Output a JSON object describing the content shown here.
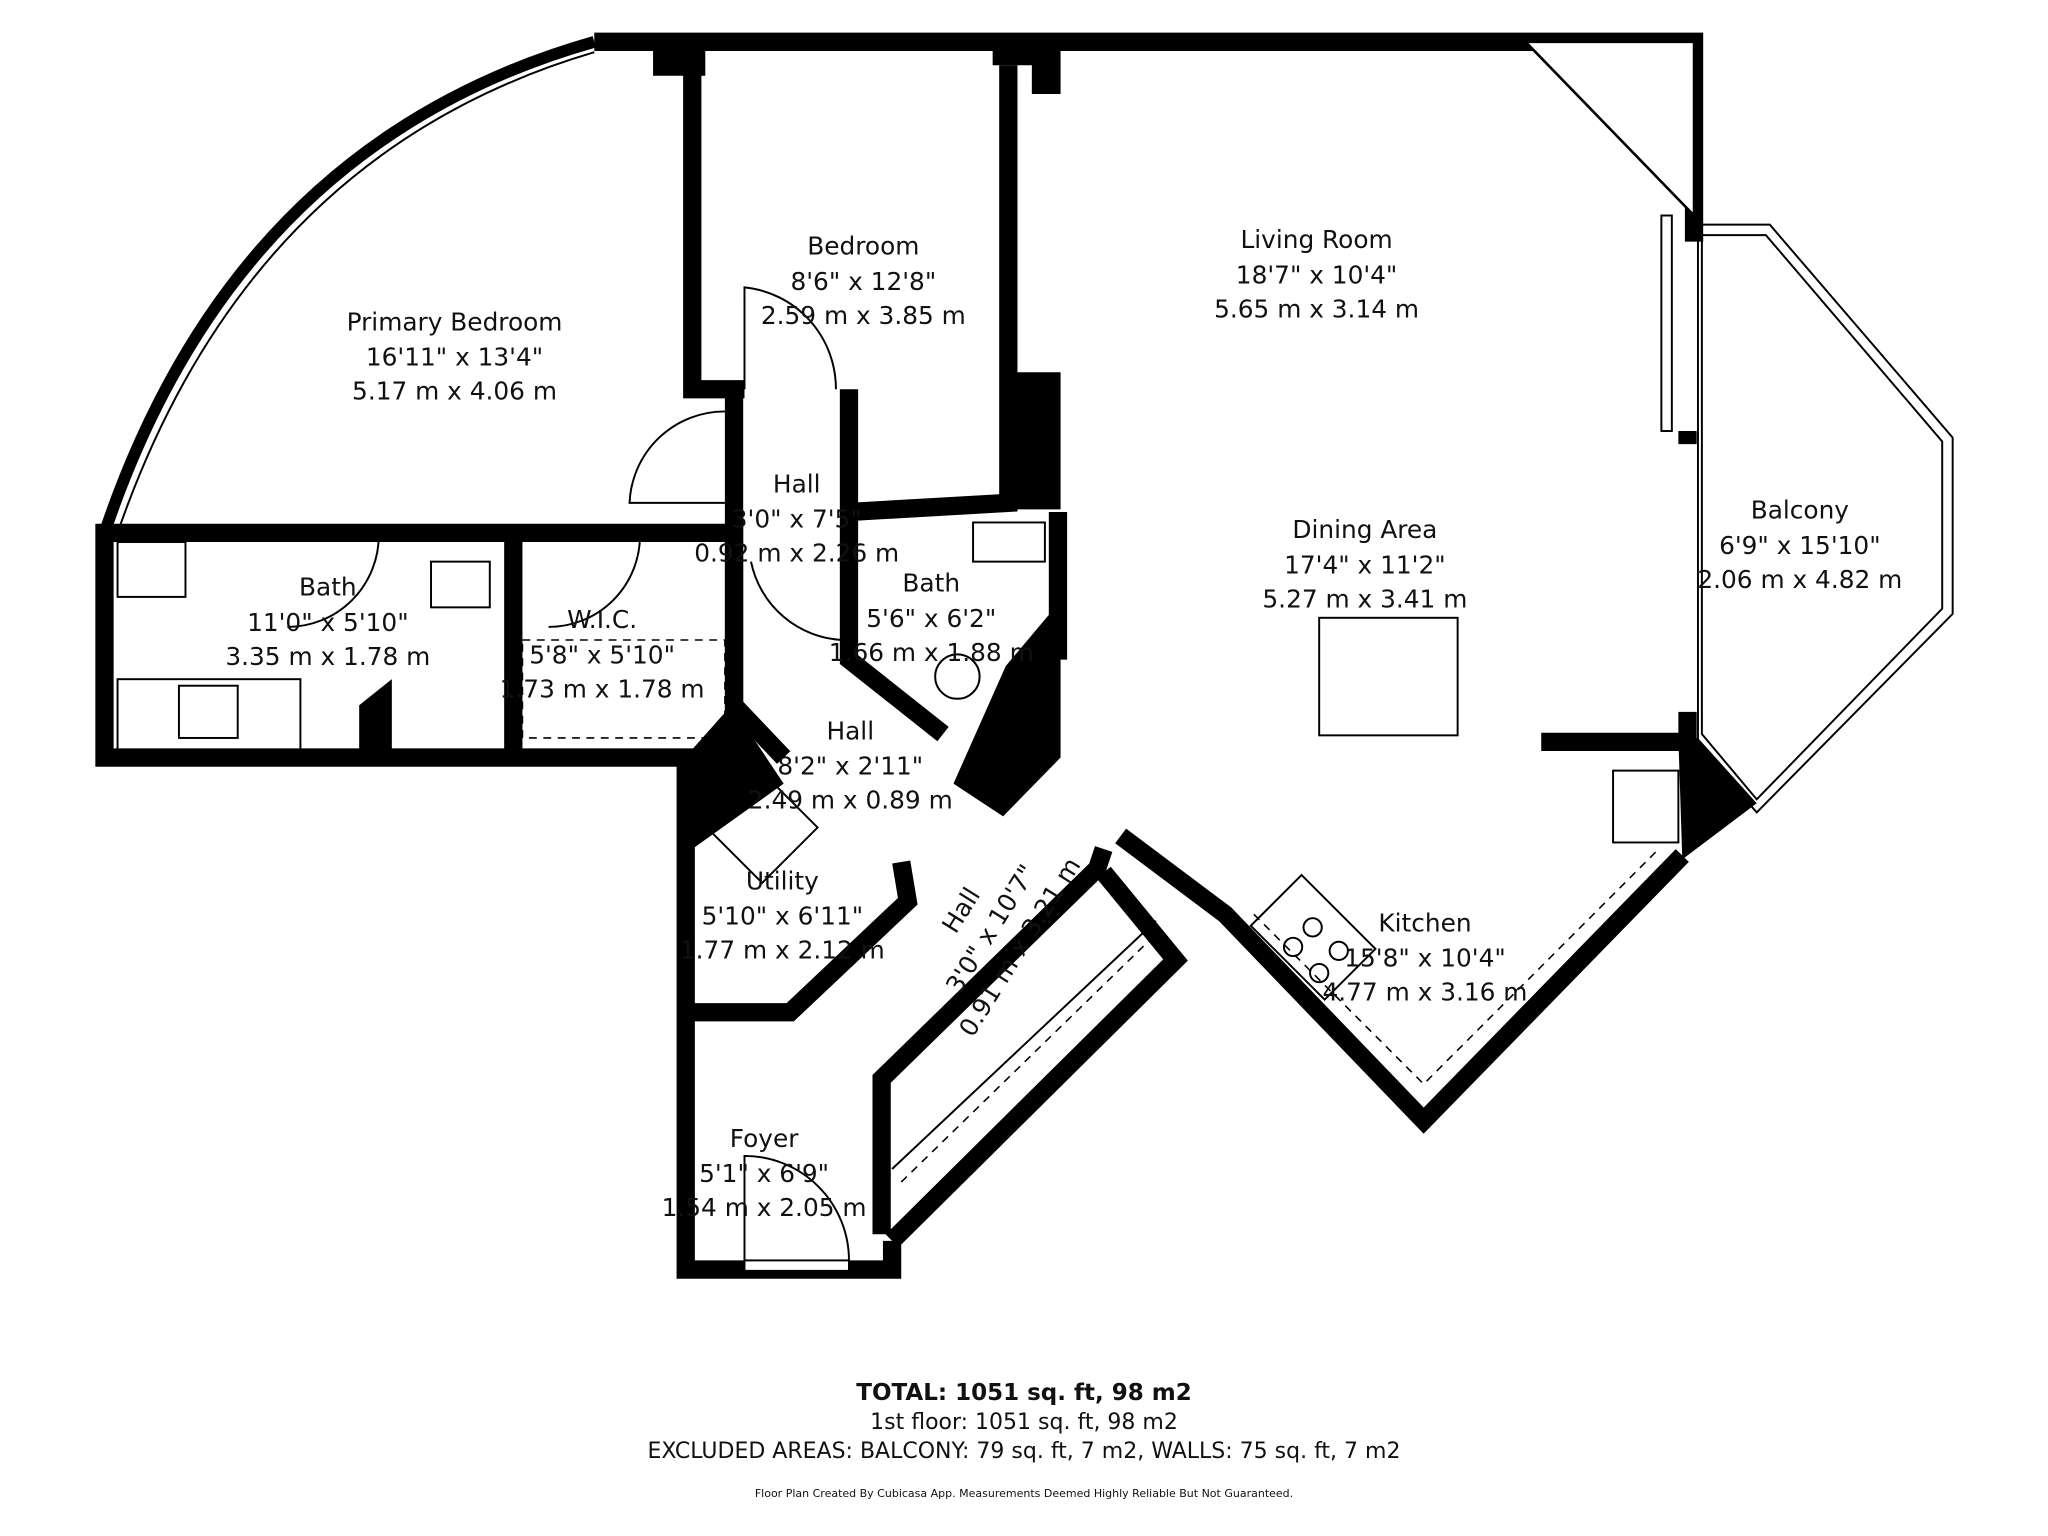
{
  "rooms": [
    {
      "name": "Primary Bedroom",
      "imperial": "16'11\" x 13'4\"",
      "metric": "5.17 m x 4.06 m"
    },
    {
      "name": "Bedroom",
      "imperial": "8'6\" x 12'8\"",
      "metric": "2.59 m x 3.85 m"
    },
    {
      "name": "Living Room",
      "imperial": "18'7\" x 10'4\"",
      "metric": "5.65 m x 3.14 m"
    },
    {
      "name": "Hall",
      "imperial": "3'0\" x 7'5\"",
      "metric": "0.92 m x 2.26 m"
    },
    {
      "name": "Bath",
      "imperial": "11'0\" x 5'10\"",
      "metric": "3.35 m x 1.78 m"
    },
    {
      "name": "W.I.C.",
      "imperial": "5'8\" x 5'10\"",
      "metric": "1.73 m x 1.78 m"
    },
    {
      "name": "Bath",
      "imperial": "5'6\" x 6'2\"",
      "metric": "1.66 m x 1.88 m"
    },
    {
      "name": "Dining Area",
      "imperial": "17'4\" x 11'2\"",
      "metric": "5.27 m x 3.41 m"
    },
    {
      "name": "Balcony",
      "imperial": "6'9\" x 15'10\"",
      "metric": "2.06 m x 4.82 m"
    },
    {
      "name": "Hall",
      "imperial": "8'2\" x 2'11\"",
      "metric": "2.49 m x 0.89 m"
    },
    {
      "name": "Utility",
      "imperial": "5'10\" x 6'11\"",
      "metric": "1.77 m x 2.12 m"
    },
    {
      "name": "Hall",
      "imperial": "3'0\" x 10'7\"",
      "metric": "0.91 m x 3.21 m"
    },
    {
      "name": "Kitchen",
      "imperial": "15'8\" x 10'4\"",
      "metric": "4.77 m x 3.16 m"
    },
    {
      "name": "Foyer",
      "imperial": "5'1\" x 6'9\"",
      "metric": "1.54 m x 2.05 m"
    }
  ],
  "summary": {
    "total": "TOTAL: 1051 sq. ft, 98 m2",
    "floor": "1st floor: 1051 sq. ft, 98 m2",
    "excluded": "EXCLUDED AREAS: BALCONY: 79 sq. ft, 7 m2, WALLS: 75 sq. ft, 7 m2"
  },
  "disclaimer": "Floor Plan Created By Cubicasa App. Measurements Deemed Highly Reliable But Not Guaranteed."
}
